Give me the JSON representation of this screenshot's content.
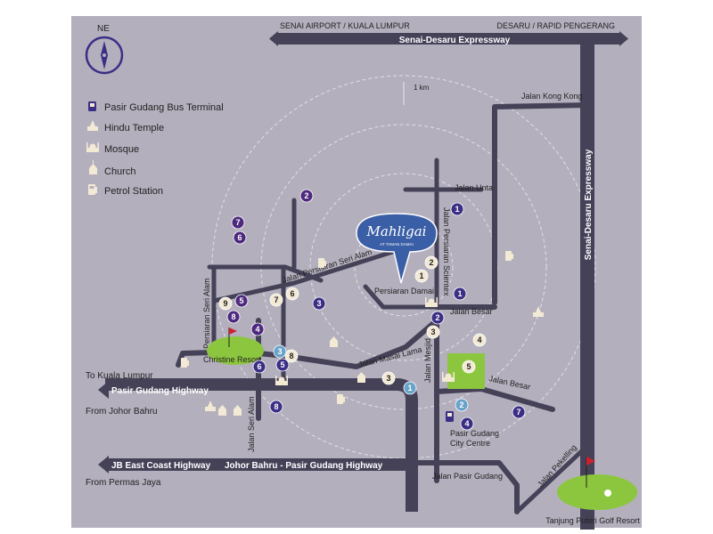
{
  "compass": {
    "label": "NE"
  },
  "scale": {
    "label": "1 km"
  },
  "brand": {
    "name": "Mahligai",
    "tagline": "AT TAMAN DAMAI"
  },
  "legend": [
    {
      "label": "Pasir Gudang Bus Terminal",
      "icon": "bus-icon"
    },
    {
      "label": "Hindu Temple",
      "icon": "temple-icon"
    },
    {
      "label": "Mosque",
      "icon": "mosque-icon"
    },
    {
      "label": "Church",
      "icon": "church-icon"
    },
    {
      "label": "Petrol Station",
      "icon": "petrol-icon"
    }
  ],
  "highways": {
    "senai_desaru": "Senai-Desaru Expressway",
    "senai_desaru_vertical": "Senai-Desaru Expressway",
    "pasir_gudang": "Pasir Gudang Highway",
    "jb_east_coast": "JB East Coast Highway",
    "jb_pasir_gudang": "Johor Bahru - Pasir Gudang Highway"
  },
  "destinations": {
    "top_left": "SENAI AIRPORT / KUALA LUMPUR",
    "top_right": "DESARU / RAPID PENGERANG",
    "to_kl": "To Kuala Lumpur",
    "from_jb": "From Johor Bahru",
    "from_permas": "From Permas Jaya"
  },
  "roads": {
    "kong_kong": "Jalan Kong Kong",
    "unta": "Jalan Unta",
    "persisiran_seri_alam": "Jalan Persisiran Seri Alam",
    "persiaran_seri_alam": "Persiaran Seri Alam",
    "persiaran_scientex": "Jalan Persiaran Scientex",
    "persiaran_damai": "Persiaran Damai",
    "besar_1": "Jalan Besar",
    "besar_2": "Jalan Besar",
    "masai_lama": "Jalan Masai Lama",
    "mesjid": "Jalan Mesjid",
    "seri_alam": "Jalan Seri Alam",
    "pasir_gudang": "Jalan Pasir Gudang",
    "pekelling": "Jalan Pekelling"
  },
  "places": {
    "christine_resort": "Christine Resort",
    "city_centre_1": "Pasir Gudang",
    "city_centre_2": "City Centre",
    "golf_resort": "Tanjung Puteri Golf Resort"
  },
  "markers": [
    {
      "n": "1",
      "color": "#3b2f85",
      "text": "#ffffff"
    },
    {
      "n": "1",
      "color": "#3b2f85",
      "text": "#ffffff"
    },
    {
      "n": "1",
      "color": "#f3ead6",
      "text": "#231f20"
    },
    {
      "n": "1",
      "color": "#6aa3c9",
      "text": "#ffffff"
    },
    {
      "n": "2",
      "color": "#4e2a7f",
      "text": "#ffffff"
    },
    {
      "n": "2",
      "color": "#f3ead6",
      "text": "#231f20"
    },
    {
      "n": "2",
      "color": "#3b2f85",
      "text": "#ffffff"
    },
    {
      "n": "2",
      "color": "#6aa3c9",
      "text": "#ffffff"
    },
    {
      "n": "3",
      "color": "#3b2f85",
      "text": "#ffffff"
    },
    {
      "n": "3",
      "color": "#f3ead6",
      "text": "#231f20"
    },
    {
      "n": "3",
      "color": "#f3ead6",
      "text": "#231f20"
    },
    {
      "n": "3",
      "color": "#6aa3c9",
      "text": "#ffffff"
    },
    {
      "n": "4",
      "color": "#4e2a7f",
      "text": "#ffffff"
    },
    {
      "n": "4",
      "color": "#f3ead6",
      "text": "#231f20"
    },
    {
      "n": "4",
      "color": "#3b2f85",
      "text": "#ffffff"
    },
    {
      "n": "5",
      "color": "#4e2a7f",
      "text": "#ffffff"
    },
    {
      "n": "5",
      "color": "#3b2f85",
      "text": "#ffffff"
    },
    {
      "n": "5",
      "color": "#f3ead6",
      "text": "#231f20"
    },
    {
      "n": "6",
      "color": "#4e2a7f",
      "text": "#ffffff"
    },
    {
      "n": "6",
      "color": "#f3ead6",
      "text": "#231f20"
    },
    {
      "n": "6",
      "color": "#3b2f85",
      "text": "#ffffff"
    },
    {
      "n": "7",
      "color": "#4e2a7f",
      "text": "#ffffff"
    },
    {
      "n": "7",
      "color": "#f3ead6",
      "text": "#231f20"
    },
    {
      "n": "7",
      "color": "#3b2f85",
      "text": "#ffffff"
    },
    {
      "n": "8",
      "color": "#4e2a7f",
      "text": "#ffffff"
    },
    {
      "n": "8",
      "color": "#f3ead6",
      "text": "#231f20"
    },
    {
      "n": "8",
      "color": "#3b2f85",
      "text": "#ffffff"
    },
    {
      "n": "9",
      "color": "#f3ead6",
      "text": "#231f20"
    }
  ],
  "colors": {
    "background": "#b3afbd",
    "road": "#454258",
    "road_highlight": "#f3ead6",
    "park": "#8cc63f",
    "brand_pin": "#3a5fa6"
  }
}
